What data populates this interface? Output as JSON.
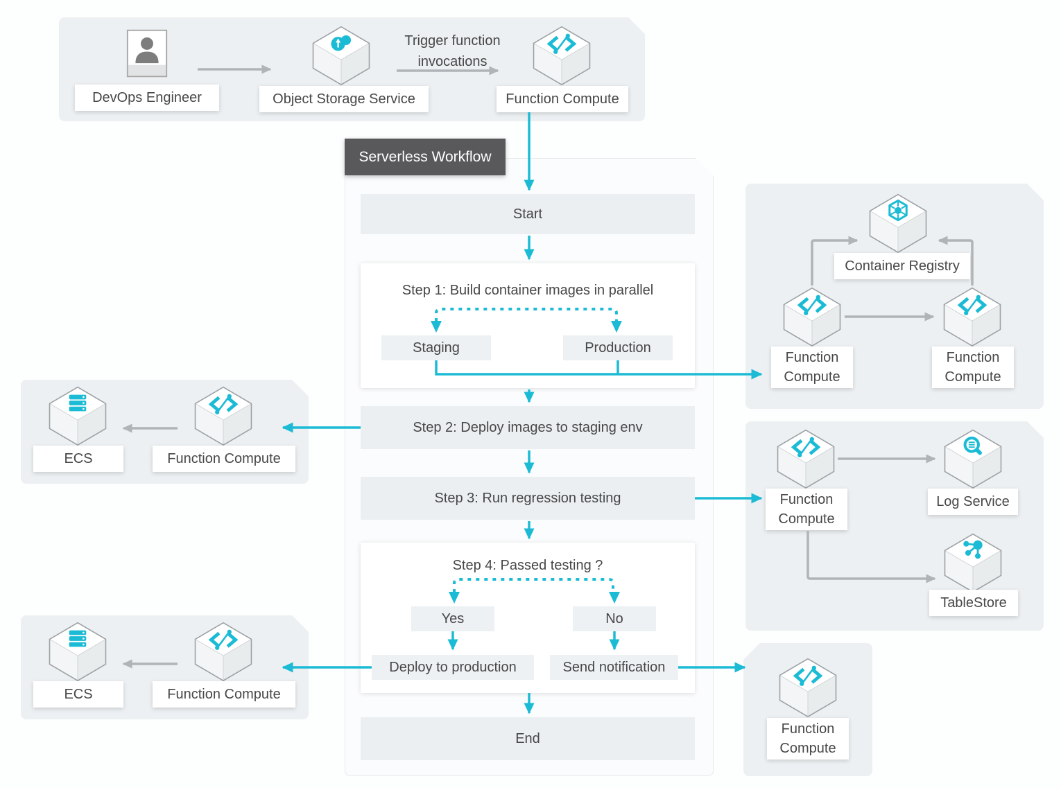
{
  "colors": {
    "accent_cyan": "#1cbbd5",
    "gray_arrow": "#b1b4b6",
    "panel_bg": "#edf0f2",
    "bar_bg": "#ebeff1",
    "header_bg": "#59595b",
    "text": "#474747"
  },
  "top_panel": {
    "devops_label": "DevOps Engineer",
    "oss_label": "Object Storage Service",
    "fc_label": "Function Compute",
    "trigger_line1": "Trigger function",
    "trigger_line2": "invocations"
  },
  "workflow": {
    "header": "Serverless Workflow",
    "start_label": "Start",
    "step1_title": "Step 1: Build container images in parallel",
    "branch_staging": "Staging",
    "branch_production": "Production",
    "step2_title": "Step 2: Deploy images to staging env",
    "step3_title": "Step 3: Run regression testing",
    "step4_title": "Step 4: Passed testing ?",
    "yes_label": "Yes",
    "no_label": "No",
    "deploy_label": "Deploy to production",
    "notify_label": "Send notification",
    "end_label": "End"
  },
  "left_mid_panel": {
    "ecs_label": "ECS",
    "fc_label": "Function Compute"
  },
  "left_bottom_panel": {
    "ecs_label": "ECS",
    "fc_label": "Function Compute"
  },
  "right_top_panel": {
    "registry_label": "Container Registry",
    "fc_left_label": "Function Compute",
    "fc_right_label": "Function Compute"
  },
  "right_mid_panel": {
    "fc_label": "Function Compute",
    "log_label": "Log Service",
    "table_label": "TableStore"
  },
  "bottom_right_panel": {
    "fc_label": "Function Compute"
  }
}
